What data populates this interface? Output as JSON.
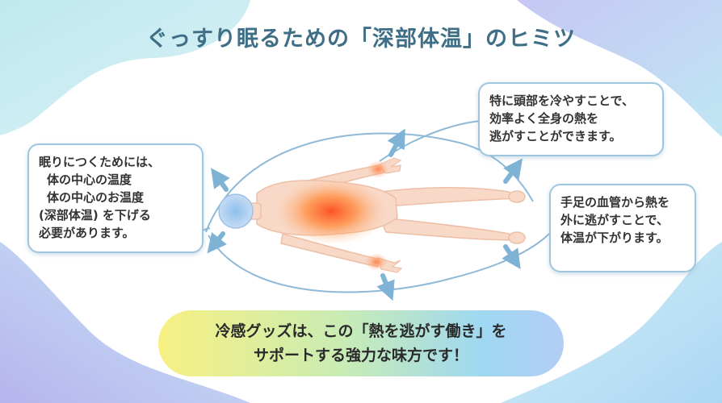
{
  "title": "ぐっすり眠るための「深部体温」のヒミツ",
  "bubbles": {
    "left": {
      "lines": [
        "眠りにつくためには、",
        "体の中心の温度",
        "体の中心のお温度",
        "(深部体温) を下げる",
        "必要があります。"
      ]
    },
    "top_right": {
      "lines": [
        "特に頭部を冷やすことで、",
        "効率よく全身の熱を",
        "逃がすことができます。"
      ]
    },
    "right": {
      "lines": [
        "手足の血管から熱を",
        "外に逃がすことで、",
        "体温が下がります。"
      ]
    }
  },
  "banner": {
    "lines": [
      "冷感グッズは、この「熱を逃がす働き」を",
      "サポートする強力な味方です！"
    ]
  },
  "colors": {
    "title": "#3f6f86",
    "bubble_border": "#9fc6de",
    "arrow": "#7fb3d6",
    "body_skin": "#f7d6c4",
    "core_heat": "#ff5a2a",
    "head_cool": "#a9cdee"
  }
}
